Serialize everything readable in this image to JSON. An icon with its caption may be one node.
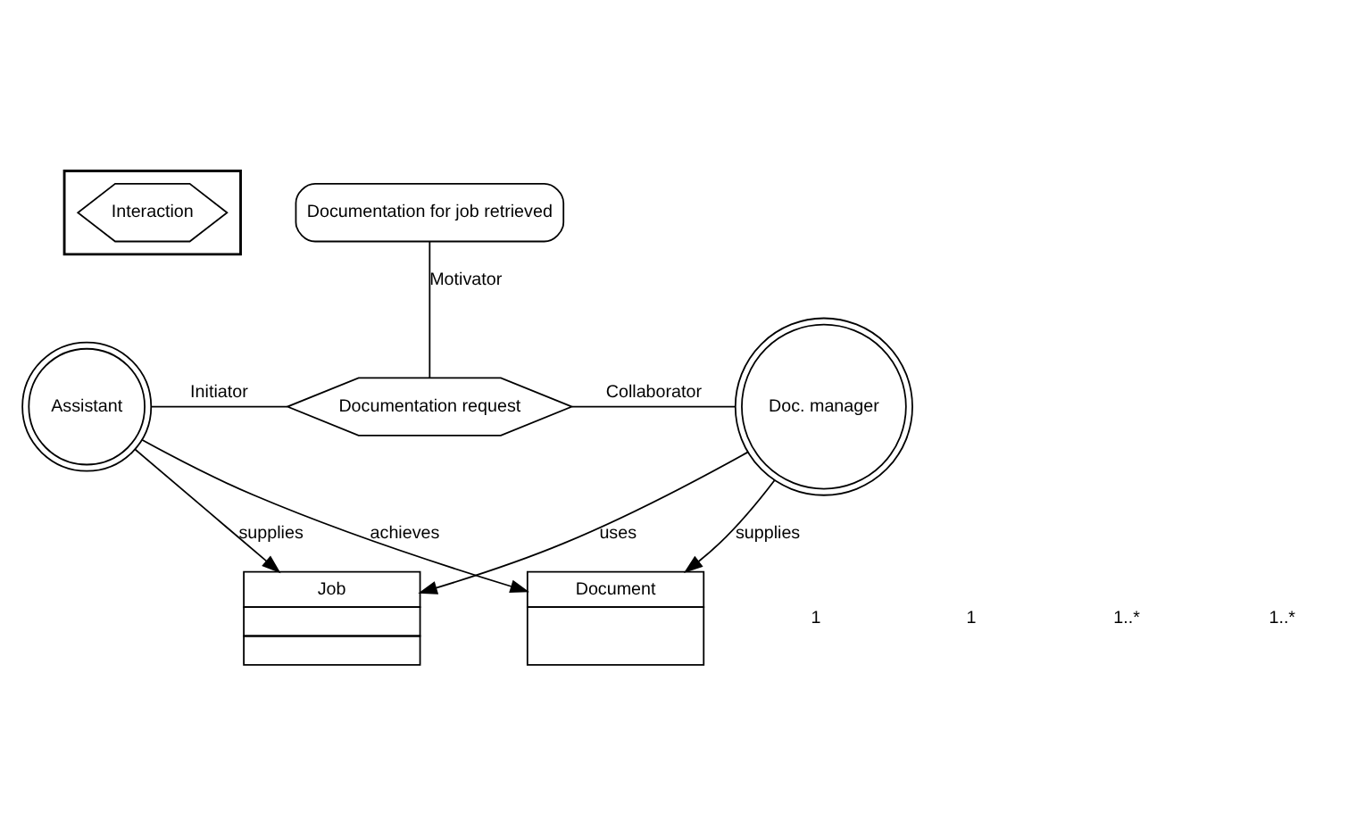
{
  "diagram": {
    "nodes": [
      {
        "text": [],
        "shape": "note"
      },
      {
        "text": [
          "Interaction"
        ],
        "in": 0
      },
      {
        "text": [
          "Documentation for job retrieved"
        ]
      },
      {
        "text": [
          "Assistant"
        ]
      },
      {
        "text": [
          "Documentation request"
        ]
      },
      {
        "text": [
          "Doc. manager"
        ]
      },
      {
        "text": [
          "Job"
        ]
      },
      {
        "text": [
          "Document"
        ]
      }
    ],
    "edges": [
      {
        "from": 4,
        "to": 2,
        "arrow": "none",
        "label": "Motivator"
      },
      {
        "from": 3,
        "to": 4,
        "arrow": "none",
        "label": "Initiator"
      },
      {
        "from": 4,
        "to": 5,
        "arrow": "none",
        "label": "Collaborator"
      },
      {
        "from": 3,
        "to": 6,
        "arrow": "to",
        "label": "supplies"
      },
      {
        "from": 5,
        "to": 6,
        "arrow": "to",
        "label": "uses"
      },
      {
        "from": 3,
        "to": 7,
        "arrow": "to",
        "label": "achieves"
      },
      {
        "from": 5,
        "to": 7,
        "arrow": "to",
        "label": "supplies"
      }
    ],
    "labels": [
      "1",
      "1",
      "1..*",
      "1..*"
    ]
  }
}
